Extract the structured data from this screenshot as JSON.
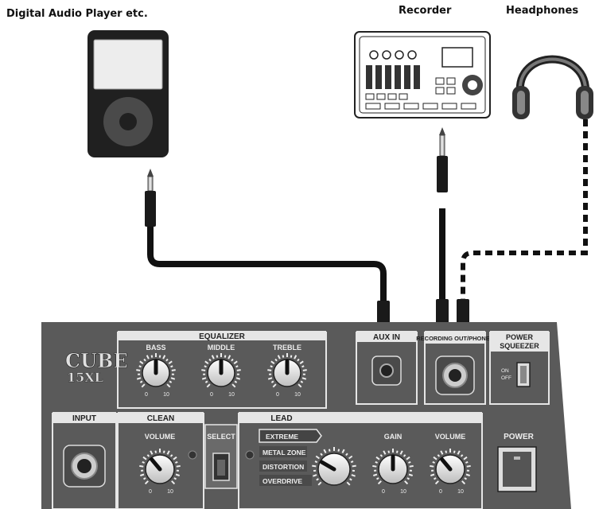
{
  "labels": {
    "player": "Digital Audio Player etc.",
    "recorder": "Recorder",
    "headphones": "Headphones"
  },
  "amp": {
    "brand_top": "CUBE",
    "brand_bottom": "15XL",
    "equalizer": "EQUALIZER",
    "bass": "BASS",
    "middle": "MIDDLE",
    "treble": "TREBLE",
    "aux_in": "AUX IN",
    "rec_out": "RECORDING OUT/PHONES",
    "power_squeezer_1": "POWER",
    "power_squeezer_2": "SQUEEZER",
    "on": "ON",
    "off": "OFF",
    "input": "INPUT",
    "clean": "CLEAN",
    "lead": "LEAD",
    "volume": "VOLUME",
    "select": "SELECT",
    "extreme": "EXTREME",
    "metal_zone": "METAL ZONE",
    "distortion": "DISTORTION",
    "overdrive": "OVERDRIVE",
    "gain": "GAIN",
    "lead_volume": "VOLUME",
    "power": "POWER",
    "scale_min": "0",
    "scale_max": "10"
  },
  "colors": {
    "panel": "#5a5a5a",
    "panel_dark": "#3e3e3e",
    "strip": "#e6e6e6",
    "cable": "#111111"
  }
}
